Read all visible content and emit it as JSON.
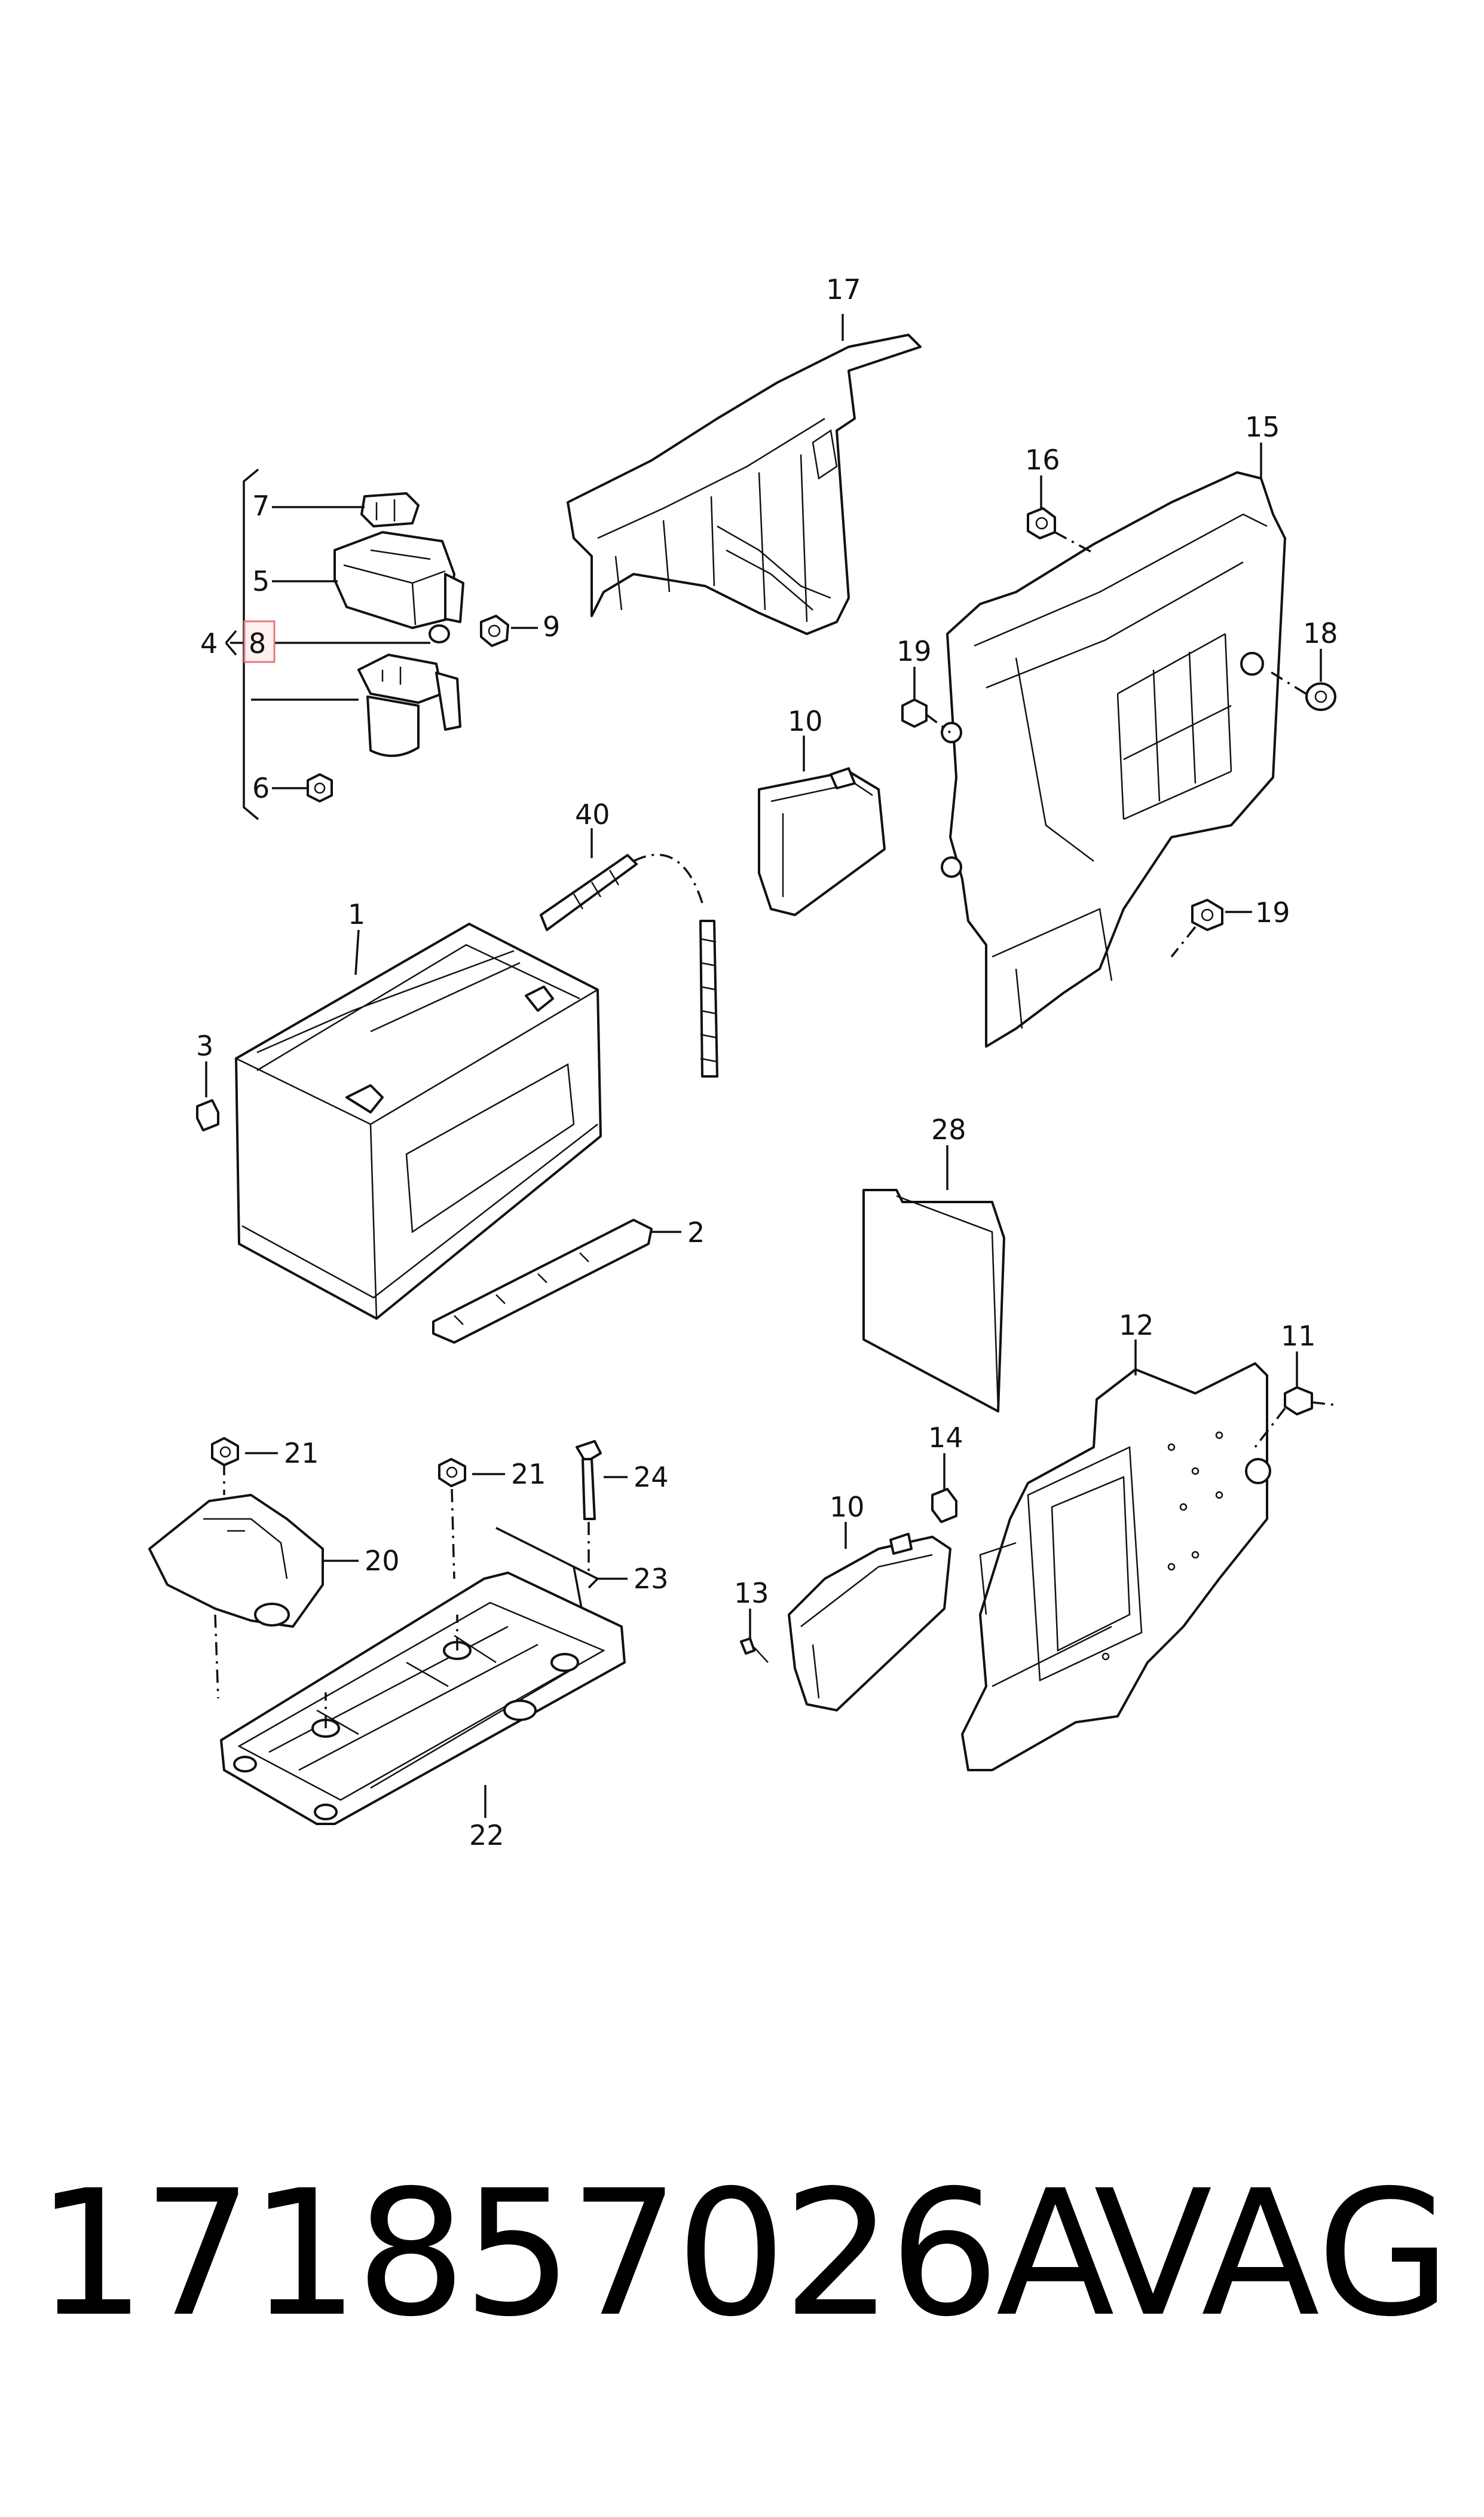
{
  "callouts": {
    "c1": "1",
    "c2": "2",
    "c3": "3",
    "c4": "4",
    "c5": "5",
    "c6": "6",
    "c7": "7",
    "c8": "8",
    "c9": "9",
    "c10a": "10",
    "c10b": "10",
    "c11": "11",
    "c12": "12",
    "c13": "13",
    "c14": "14",
    "c15": "15",
    "c16": "16",
    "c17": "17",
    "c18": "18",
    "c19a": "19",
    "c19b": "19",
    "c20": "20",
    "c21a": "21",
    "c21b": "21",
    "c22": "22",
    "c23": "23",
    "c24": "24",
    "c28": "28",
    "c40": "40"
  },
  "highlighted_callout": "8",
  "highlight_color": "#e27a7a",
  "footer": {
    "part_number": "171857026A",
    "brand": "VAG"
  }
}
